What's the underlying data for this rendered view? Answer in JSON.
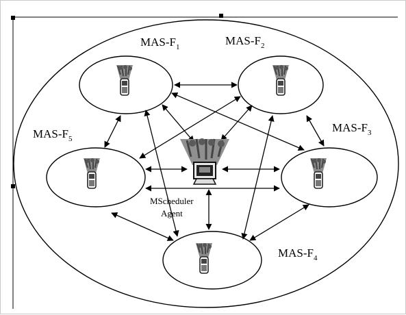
{
  "diagram": {
    "outer_label": "",
    "nodes": [
      {
        "id": "f1",
        "label": "MAS-F",
        "sub": "1"
      },
      {
        "id": "f2",
        "label": "MAS-F",
        "sub": "2"
      },
      {
        "id": "f3",
        "label": "MAS-F",
        "sub": "3"
      },
      {
        "id": "f4",
        "label": "MAS-F",
        "sub": "4"
      },
      {
        "id": "f5",
        "label": "MAS-F",
        "sub": "5"
      }
    ],
    "center": {
      "line1": "MScheduler",
      "line2": "Agent",
      "icon": "computer-agent-icon"
    },
    "node_icon": "mobile-device-agent-icon",
    "colors": {
      "stroke": "#000000",
      "icon_gray": "#808080",
      "icon_dark": "#3a3a3a"
    }
  }
}
